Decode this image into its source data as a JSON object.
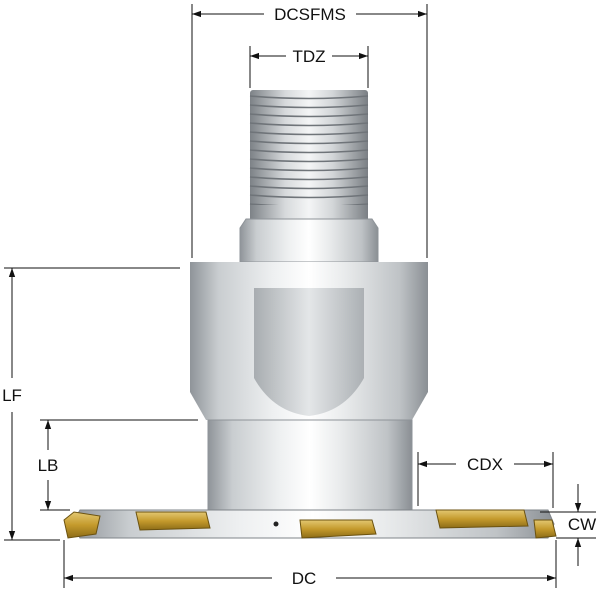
{
  "dimensions": {
    "dcsfms": "DCSFMS",
    "tdz": "TDZ",
    "lf": "LF",
    "lb": "LB",
    "cdx": "CDX",
    "cw": "CW",
    "dc": "DC"
  },
  "colors": {
    "steel_light": "#e6e8ea",
    "steel_mid": "#b9bdc1",
    "steel_dark": "#8b9095",
    "insert_gold": "#c9a43a",
    "dimension_line": "#111111"
  }
}
